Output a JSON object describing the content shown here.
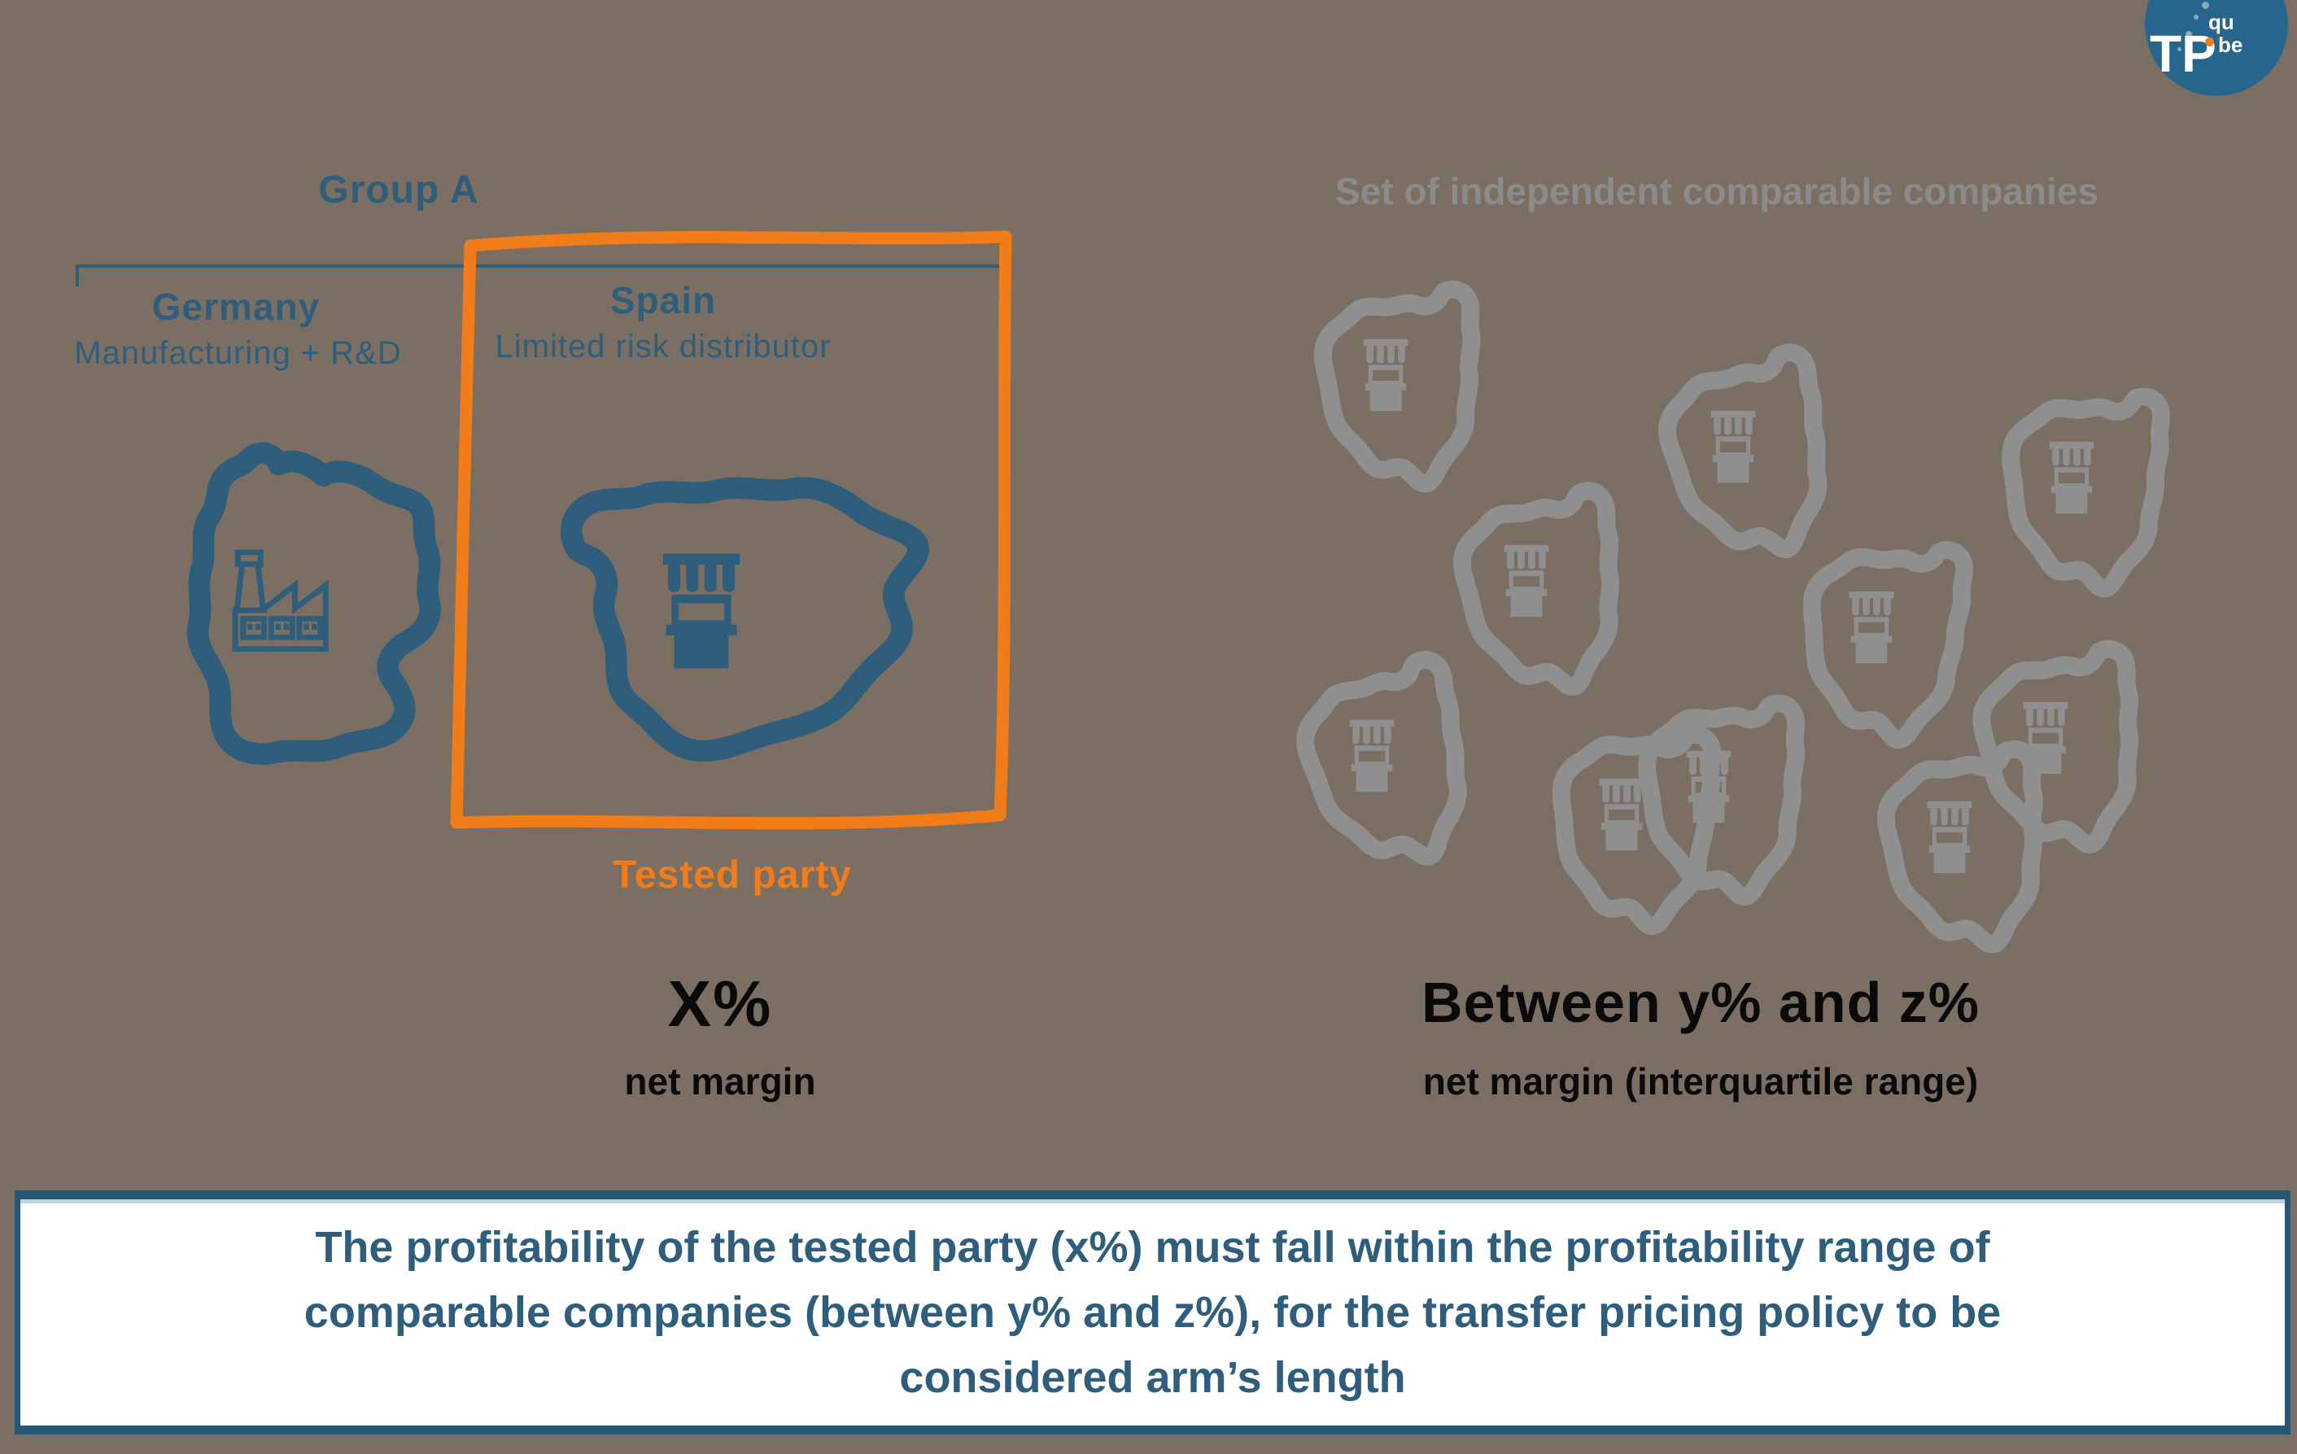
{
  "colors": {
    "background": "#7b6f64",
    "teal": "#2e5e7c",
    "orange": "#f07c1a",
    "gray": "#8f8f8f",
    "heading_gray": "#8b8b8b",
    "black": "#0a0a0a",
    "banner_bg": "#ffffff",
    "banner_border": "#265672",
    "banner_inner_line": "#bfd3de",
    "logo_bg": "#26658c"
  },
  "logo": {
    "main": "TP",
    "sup": "qu",
    "sub": "be"
  },
  "group_a": {
    "heading": "Group A",
    "germany_name": "Germany",
    "germany_role": "Manufacturing + R&D",
    "spain_name": "Spain",
    "spain_role": "Limited risk distributor",
    "tested_party": "Tested party",
    "value": "X%",
    "value_label": "net margin"
  },
  "comparables": {
    "heading": "Set of independent comparable companies",
    "company_count": 10,
    "value": "Between y% and z%",
    "value_label": "net margin (interquartile range)"
  },
  "banner": {
    "lines": [
      "The profitability of the tested party (x%) must fall within the profitability range of",
      "comparable companies (between y% and z%), for the transfer pricing policy to be",
      "considered arm’s length"
    ]
  }
}
